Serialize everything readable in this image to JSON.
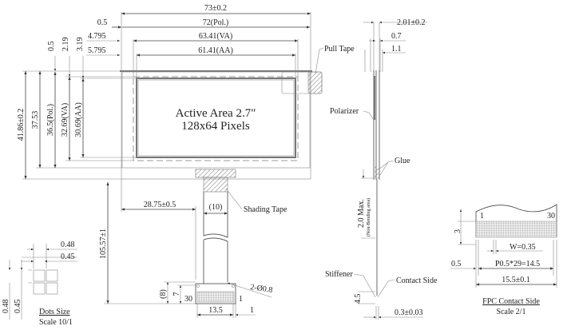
{
  "title": {
    "line1": "Active Area 2.7\"",
    "line2": "128x64 Pixels"
  },
  "front_view": {
    "width_total": "73±0.2",
    "width_pol": "72(Pol.)",
    "width_va": "63.41(VA)",
    "width_aa": "61.41(AA)",
    "offset_pol": "0.5",
    "offset_va": "4.795",
    "offset_aa": "5.795",
    "top_pol": "0.5",
    "top_va": "2.19",
    "top_aa": "3.19",
    "height_total": "41.86±0.2",
    "height_glass": "37.53",
    "height_pol": "36.5(Pol.)",
    "height_va": "32.69(VA)",
    "height_aa": "30.69(AA)",
    "pull_tape": "Pull Tape",
    "shading_tape": "Shading Tape",
    "fpc_offset": "28.75±0.5",
    "fpc_width": "(10)",
    "total_length": "105.57±1",
    "fpc_tail_8": "(8)",
    "fpc_tail_7": "7",
    "pin_30": "30",
    "pin_1": "1",
    "fpc_tail_width": "13.5",
    "fpc_margin": "1",
    "holes": "2-Ø0.8"
  },
  "dots": {
    "pitch_h": "0.48",
    "size_h": "0.45",
    "pitch_v": "0.48",
    "size_v": "0.45",
    "caption1": "Dots Size",
    "caption2": "Scale 10/1"
  },
  "side_view": {
    "thickness": "2.01±0.2",
    "t1": "0.7",
    "t2": "1.1",
    "polarizer": "Polarizer",
    "glue": "Glue",
    "bend_max": "2.0 Max.",
    "bend_note": "(Non-Bending area)",
    "stiffener": "Stiffener",
    "contact_side": "Contact Side",
    "stiff_len": "4.5",
    "fpc_thick": "0.3±0.03"
  },
  "fpc_detail": {
    "pin_1": "1",
    "pin_30": "30",
    "height": "3",
    "width_w": "W=0.35",
    "margin": "0.5",
    "pitch": "P0.5*29=14.5",
    "total": "15.5±0.1",
    "caption1": "FPC Contact Side",
    "caption2": "Scale 2/1"
  }
}
